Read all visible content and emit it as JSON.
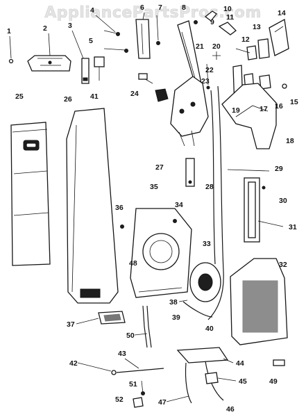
{
  "watermark": "AppliancePartsPros.com",
  "callouts": [
    "1",
    "2",
    "3",
    "4",
    "5",
    "6",
    "7",
    "8",
    "9",
    "10",
    "11",
    "12",
    "13",
    "14",
    "15",
    "16",
    "17",
    "18",
    "19",
    "20",
    "21",
    "22",
    "23",
    "24",
    "25",
    "26",
    "27",
    "28",
    "29",
    "30",
    "31",
    "32",
    "33",
    "34",
    "35",
    "36",
    "37",
    "38",
    "39",
    "40",
    "41",
    "42",
    "43",
    "44",
    "45",
    "46",
    "47",
    "48",
    "49",
    "50",
    "51",
    "52"
  ],
  "colors": {
    "ink": "#151515",
    "watermark": "#e4e4e4",
    "background": "#ffffff"
  }
}
